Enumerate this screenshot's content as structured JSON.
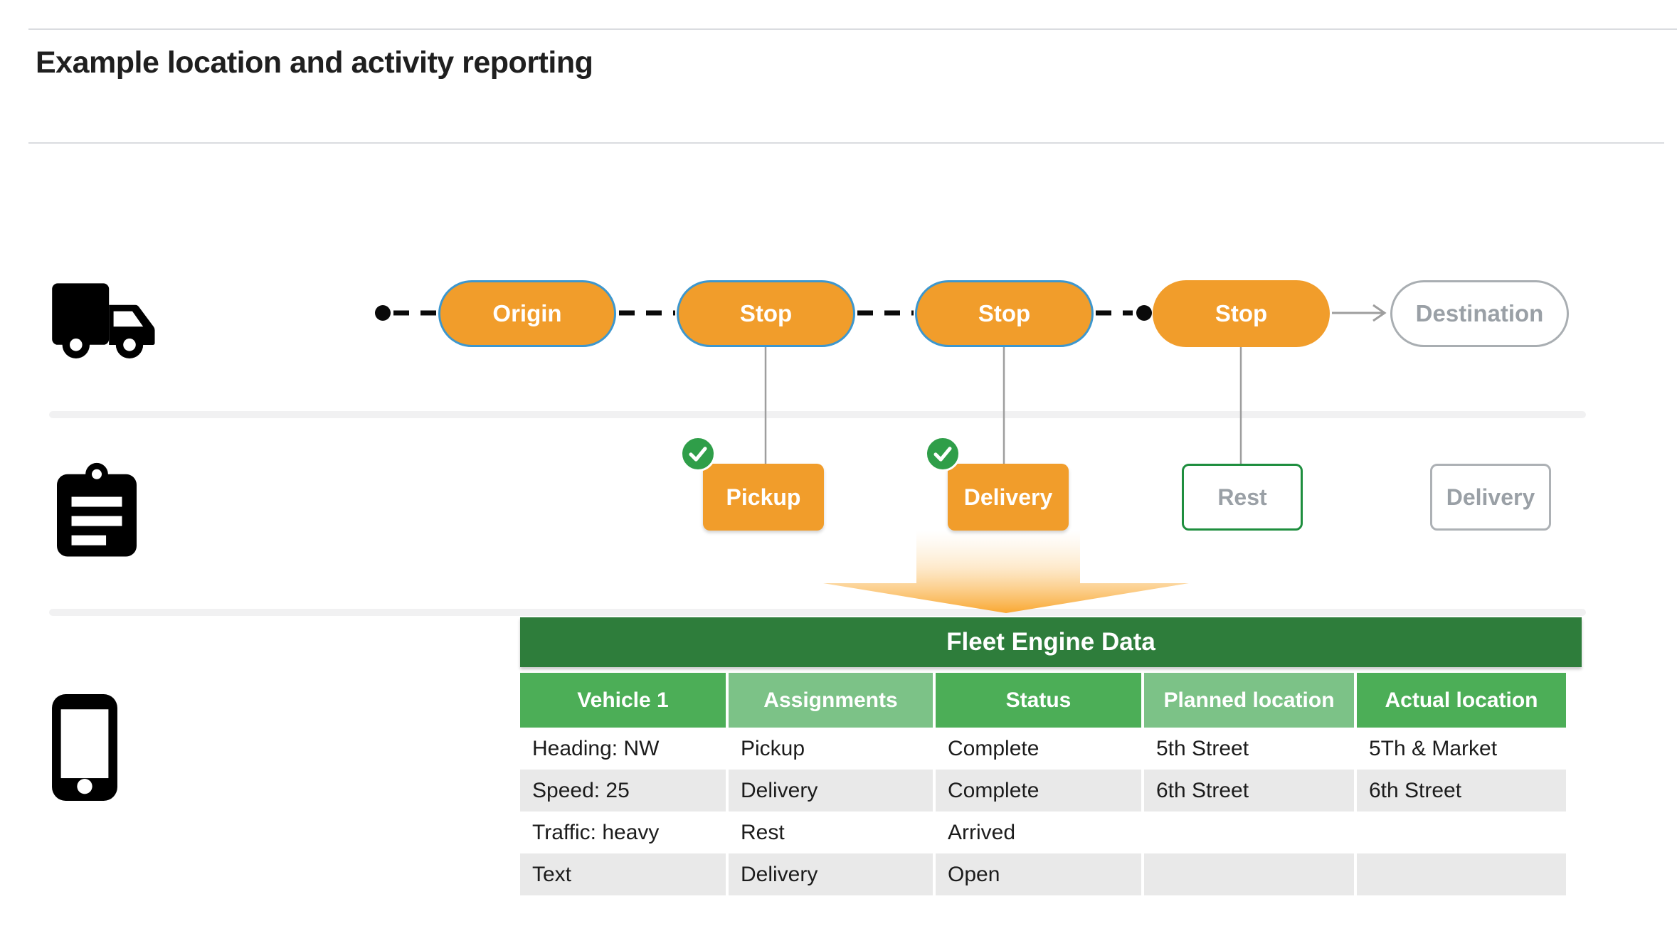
{
  "header": {
    "title": "Example location and activity reporting"
  },
  "journey": {
    "nodes": [
      {
        "label": "Origin",
        "state": "planned"
      },
      {
        "label": "Stop",
        "state": "planned"
      },
      {
        "label": "Stop",
        "state": "planned"
      },
      {
        "label": "Stop",
        "state": "current"
      },
      {
        "label": "Destination",
        "state": "future"
      }
    ]
  },
  "activities": {
    "items": [
      {
        "label": "Pickup",
        "completed": true
      },
      {
        "label": "Delivery",
        "completed": true
      },
      {
        "label": "Rest",
        "completed": false
      },
      {
        "label": "Delivery",
        "completed": false
      }
    ]
  },
  "fleet_table": {
    "title": "Fleet Engine Data",
    "columns": [
      "Vehicle 1",
      "Assignments",
      "Status",
      "Planned location",
      "Actual location"
    ],
    "rows": [
      [
        "Heading: NW",
        "Pickup",
        "Complete",
        "5th Street",
        "5Th & Market"
      ],
      [
        "Speed: 25",
        "Delivery",
        "Complete",
        "6th Street",
        "6th Street"
      ],
      [
        "Traffic: heavy",
        "Rest",
        "Arrived",
        "",
        ""
      ],
      [
        "Text",
        "Delivery",
        "Open",
        "",
        ""
      ]
    ]
  },
  "icons": {
    "truck": "truck-icon",
    "clipboard": "clipboard-icon",
    "phone": "phone-icon",
    "check": "check-circle-icon"
  },
  "colors": {
    "orange": "#F19D2B",
    "pill_border_blue": "#3D97CE",
    "check_green": "#2F9E49",
    "rest_border_green": "#1E8E3E",
    "table_title_green": "#2E7D3B",
    "column_header_green": "#4CAE57",
    "column_header_light_green": "#7CC287",
    "row_alt_gray": "#E9E9E9",
    "muted_text_gray": "#9AA0A6",
    "connector_gray": "#9E9E9E"
  }
}
